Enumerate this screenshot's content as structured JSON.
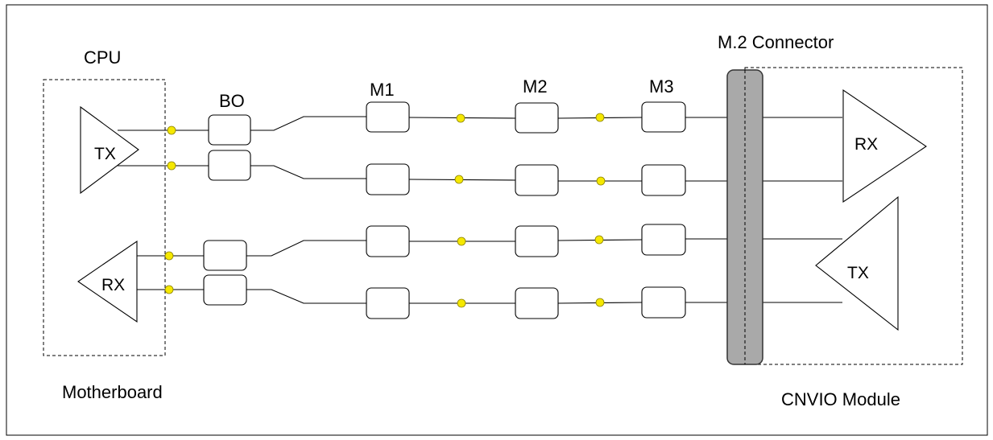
{
  "labels": {
    "cpu": "CPU",
    "motherboard": "Motherboard",
    "m2_connector": "M.2 Connector",
    "cnvio_module": "CNVIO Module",
    "segment_bo": "BO",
    "segment_m1": "M1",
    "segment_m2": "M2",
    "segment_m3": "M3",
    "cpu_tx": "TX",
    "cpu_rx": "RX",
    "module_rx": "RX",
    "module_tx": "TX"
  },
  "colors": {
    "line": "#000000",
    "via": "#f5e800",
    "via_stroke": "#8a8000",
    "connector_fill": "#a9a9a9",
    "connector_stroke": "#333333"
  }
}
